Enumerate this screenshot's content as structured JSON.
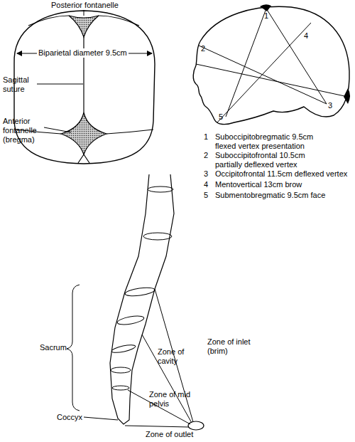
{
  "diagram": {
    "labels": [
      "Posterior fontanelle",
      "Biparietal diameter 9.5cm",
      "Sagittal suture",
      "Anterior fontanelle (bregma)",
      "1",
      "2",
      "4",
      "3",
      "5",
      "1",
      "Suboccipitobregmatic 9.5cm flexed vertex presentation",
      "2",
      "Suboccipitofrontal 10.5cm partially deflexed vertex",
      "3",
      "Occipitofrontal 11.5cm deflexed vertex",
      "4",
      "Mentovertical 13cm brow",
      "5",
      "Submentobregmatic 9.5cm face",
      "Sacrum",
      "Zone of inlet (brim)",
      "Zone of cavity",
      "Zone of mid pelvis",
      "Coccyx",
      "Zone of outlet"
    ]
  }
}
